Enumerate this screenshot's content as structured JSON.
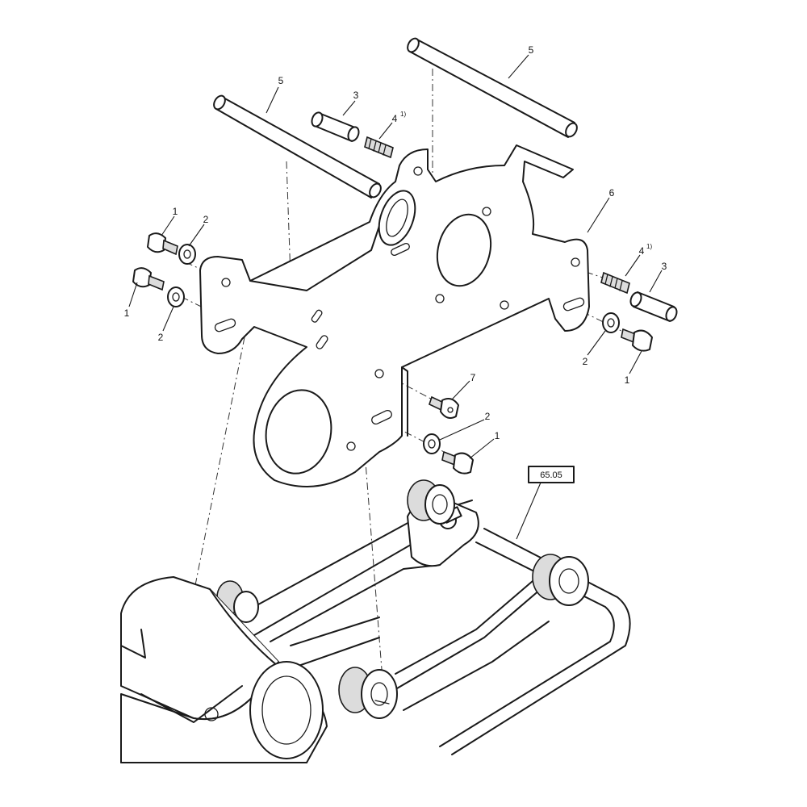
{
  "diagram": {
    "reference_box": "65.05",
    "callouts": [
      {
        "id": "c5-left",
        "label": "5",
        "sup": ""
      },
      {
        "id": "c5-right",
        "label": "5",
        "sup": ""
      },
      {
        "id": "c3-top",
        "label": "3",
        "sup": ""
      },
      {
        "id": "c4-top",
        "label": "4",
        "sup": "1)"
      },
      {
        "id": "c6",
        "label": "6",
        "sup": ""
      },
      {
        "id": "c1-upper-left",
        "label": "1",
        "sup": ""
      },
      {
        "id": "c2-upper-left",
        "label": "2",
        "sup": ""
      },
      {
        "id": "c1-lower-left",
        "label": "1",
        "sup": ""
      },
      {
        "id": "c2-lower-left",
        "label": "2",
        "sup": ""
      },
      {
        "id": "c4-right",
        "label": "4",
        "sup": "1)"
      },
      {
        "id": "c3-right",
        "label": "3",
        "sup": ""
      },
      {
        "id": "c2-right",
        "label": "2",
        "sup": ""
      },
      {
        "id": "c1-right",
        "label": "1",
        "sup": ""
      },
      {
        "id": "c7",
        "label": "7",
        "sup": ""
      },
      {
        "id": "c2-center",
        "label": "2",
        "sup": ""
      },
      {
        "id": "c1-center",
        "label": "1",
        "sup": ""
      }
    ]
  }
}
